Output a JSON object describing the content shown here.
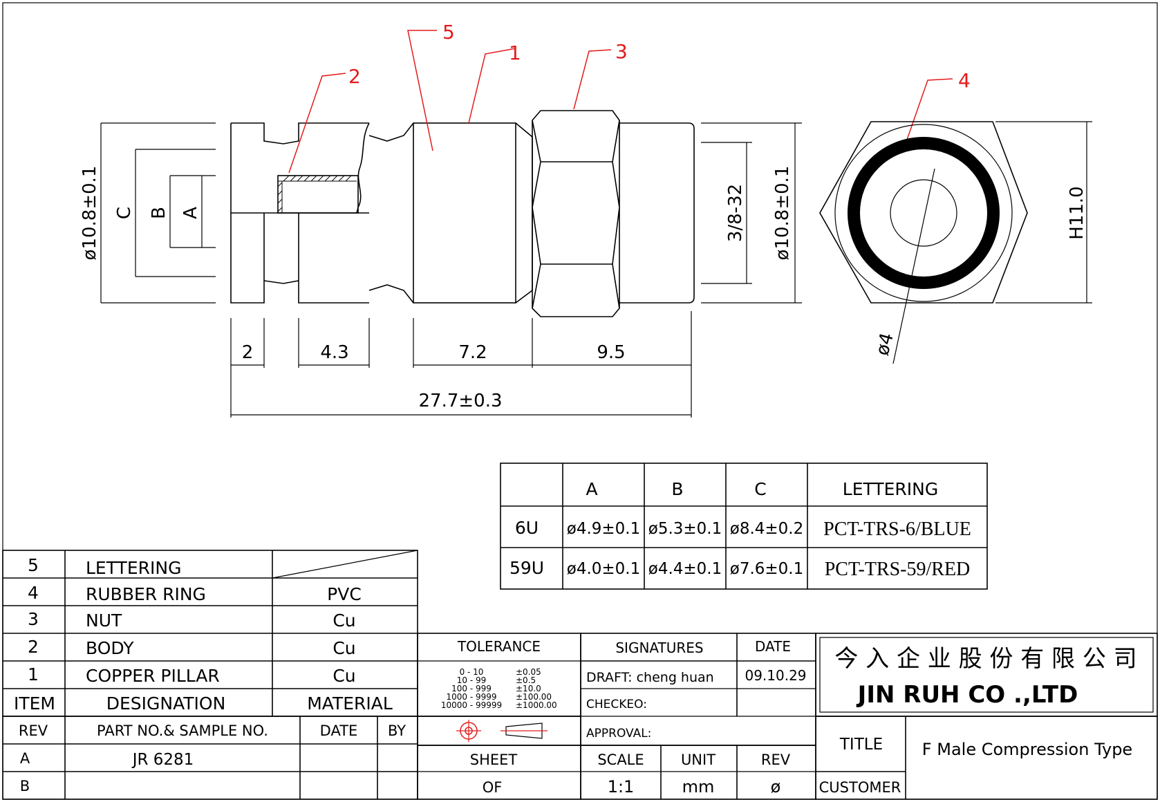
{
  "callouts": [
    "1",
    "2",
    "3",
    "4",
    "5"
  ],
  "dims": {
    "d_left": "ø10.8±0.1",
    "c": "C",
    "b": "B",
    "a": "A",
    "thread": "3/8-32",
    "d_right": "ø10.8±0.1",
    "h": "H11.0",
    "phi4": "ø4",
    "seg1": "2",
    "seg2": "4.3",
    "seg3": "7.2",
    "seg4": "9.5",
    "total": "27.7±0.3"
  },
  "size_table": {
    "headers": [
      "",
      "A",
      "B",
      "C",
      "LETTERING"
    ],
    "rows": [
      [
        "6U",
        "ø4.9±0.1",
        "ø5.3±0.1",
        "ø8.4±0.2",
        "PCT-TRS-6/BLUE"
      ],
      [
        "59U",
        "ø4.0±0.1",
        "ø4.4±0.1",
        "ø7.6±0.1",
        "PCT-TRS-59/RED"
      ]
    ]
  },
  "bom": {
    "rows": [
      {
        "item": "5",
        "designation": "LETTERING",
        "material": ""
      },
      {
        "item": "4",
        "designation": "RUBBER RING",
        "material": "PVC"
      },
      {
        "item": "3",
        "designation": "NUT",
        "material": "Cu"
      },
      {
        "item": "2",
        "designation": "BODY",
        "material": "Cu"
      },
      {
        "item": "1",
        "designation": "COPPER PILLAR",
        "material": "Cu"
      }
    ],
    "headers": {
      "item": "ITEM",
      "designation": "DESIGNATION",
      "material": "MATERIAL"
    }
  },
  "rev_table": {
    "headers": {
      "rev": "REV",
      "part": "PART NO.& SAMPLE NO.",
      "date": "DATE",
      "by": "BY"
    },
    "rows": [
      {
        "rev": "A",
        "part": "JR 6281"
      },
      {
        "rev": "B",
        "part": ""
      }
    ]
  },
  "tolerance": {
    "title": "TOLERANCE",
    "ranges": [
      "0  -  10",
      "10  -  99",
      "100  -  999",
      "1000  -  9999",
      "10000  -  99999"
    ],
    "values": [
      "±0.05",
      "±0.5",
      "±10.0",
      "±100.00",
      "±1000.00"
    ]
  },
  "signatures": {
    "title": "SIGNATURES",
    "date_title": "DATE",
    "draft": "DRAFT: cheng  huan",
    "draft_date": "09.10.29",
    "checked": "CHECKEO:",
    "approval": "APPROVAL:"
  },
  "company": {
    "chinese": "今 入 企 业 股 份 有 限 公 司",
    "english": "JIN  RUH  CO .,LTD"
  },
  "title_block": {
    "title_label": "TITLE",
    "title_value": "F Male Compression Type",
    "customer_label": "CUSTOMER",
    "sheet_label": "SHEET",
    "of_label": "OF",
    "scale_label": "SCALE",
    "scale_value": "1:1",
    "unit_label": "UNIT",
    "unit_value": "mm",
    "rev_label": "REV",
    "rev_value": "ø"
  }
}
